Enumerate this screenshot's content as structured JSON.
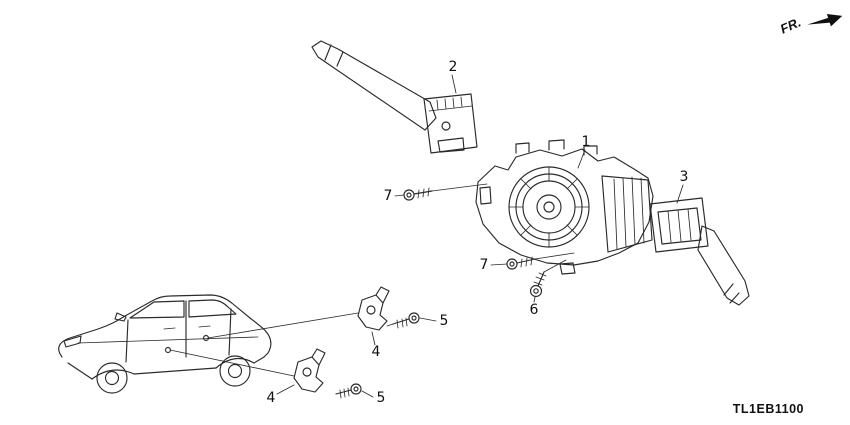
{
  "header": {
    "fr_label": "FR."
  },
  "footer": {
    "diagram_code": "TL1EB1100"
  },
  "callouts": [
    {
      "label": "1"
    },
    {
      "label": "2"
    },
    {
      "label": "3"
    },
    {
      "label": "4"
    },
    {
      "label": "4"
    },
    {
      "label": "5"
    },
    {
      "label": "5"
    },
    {
      "label": "6"
    },
    {
      "label": "7"
    },
    {
      "label": "7"
    }
  ]
}
